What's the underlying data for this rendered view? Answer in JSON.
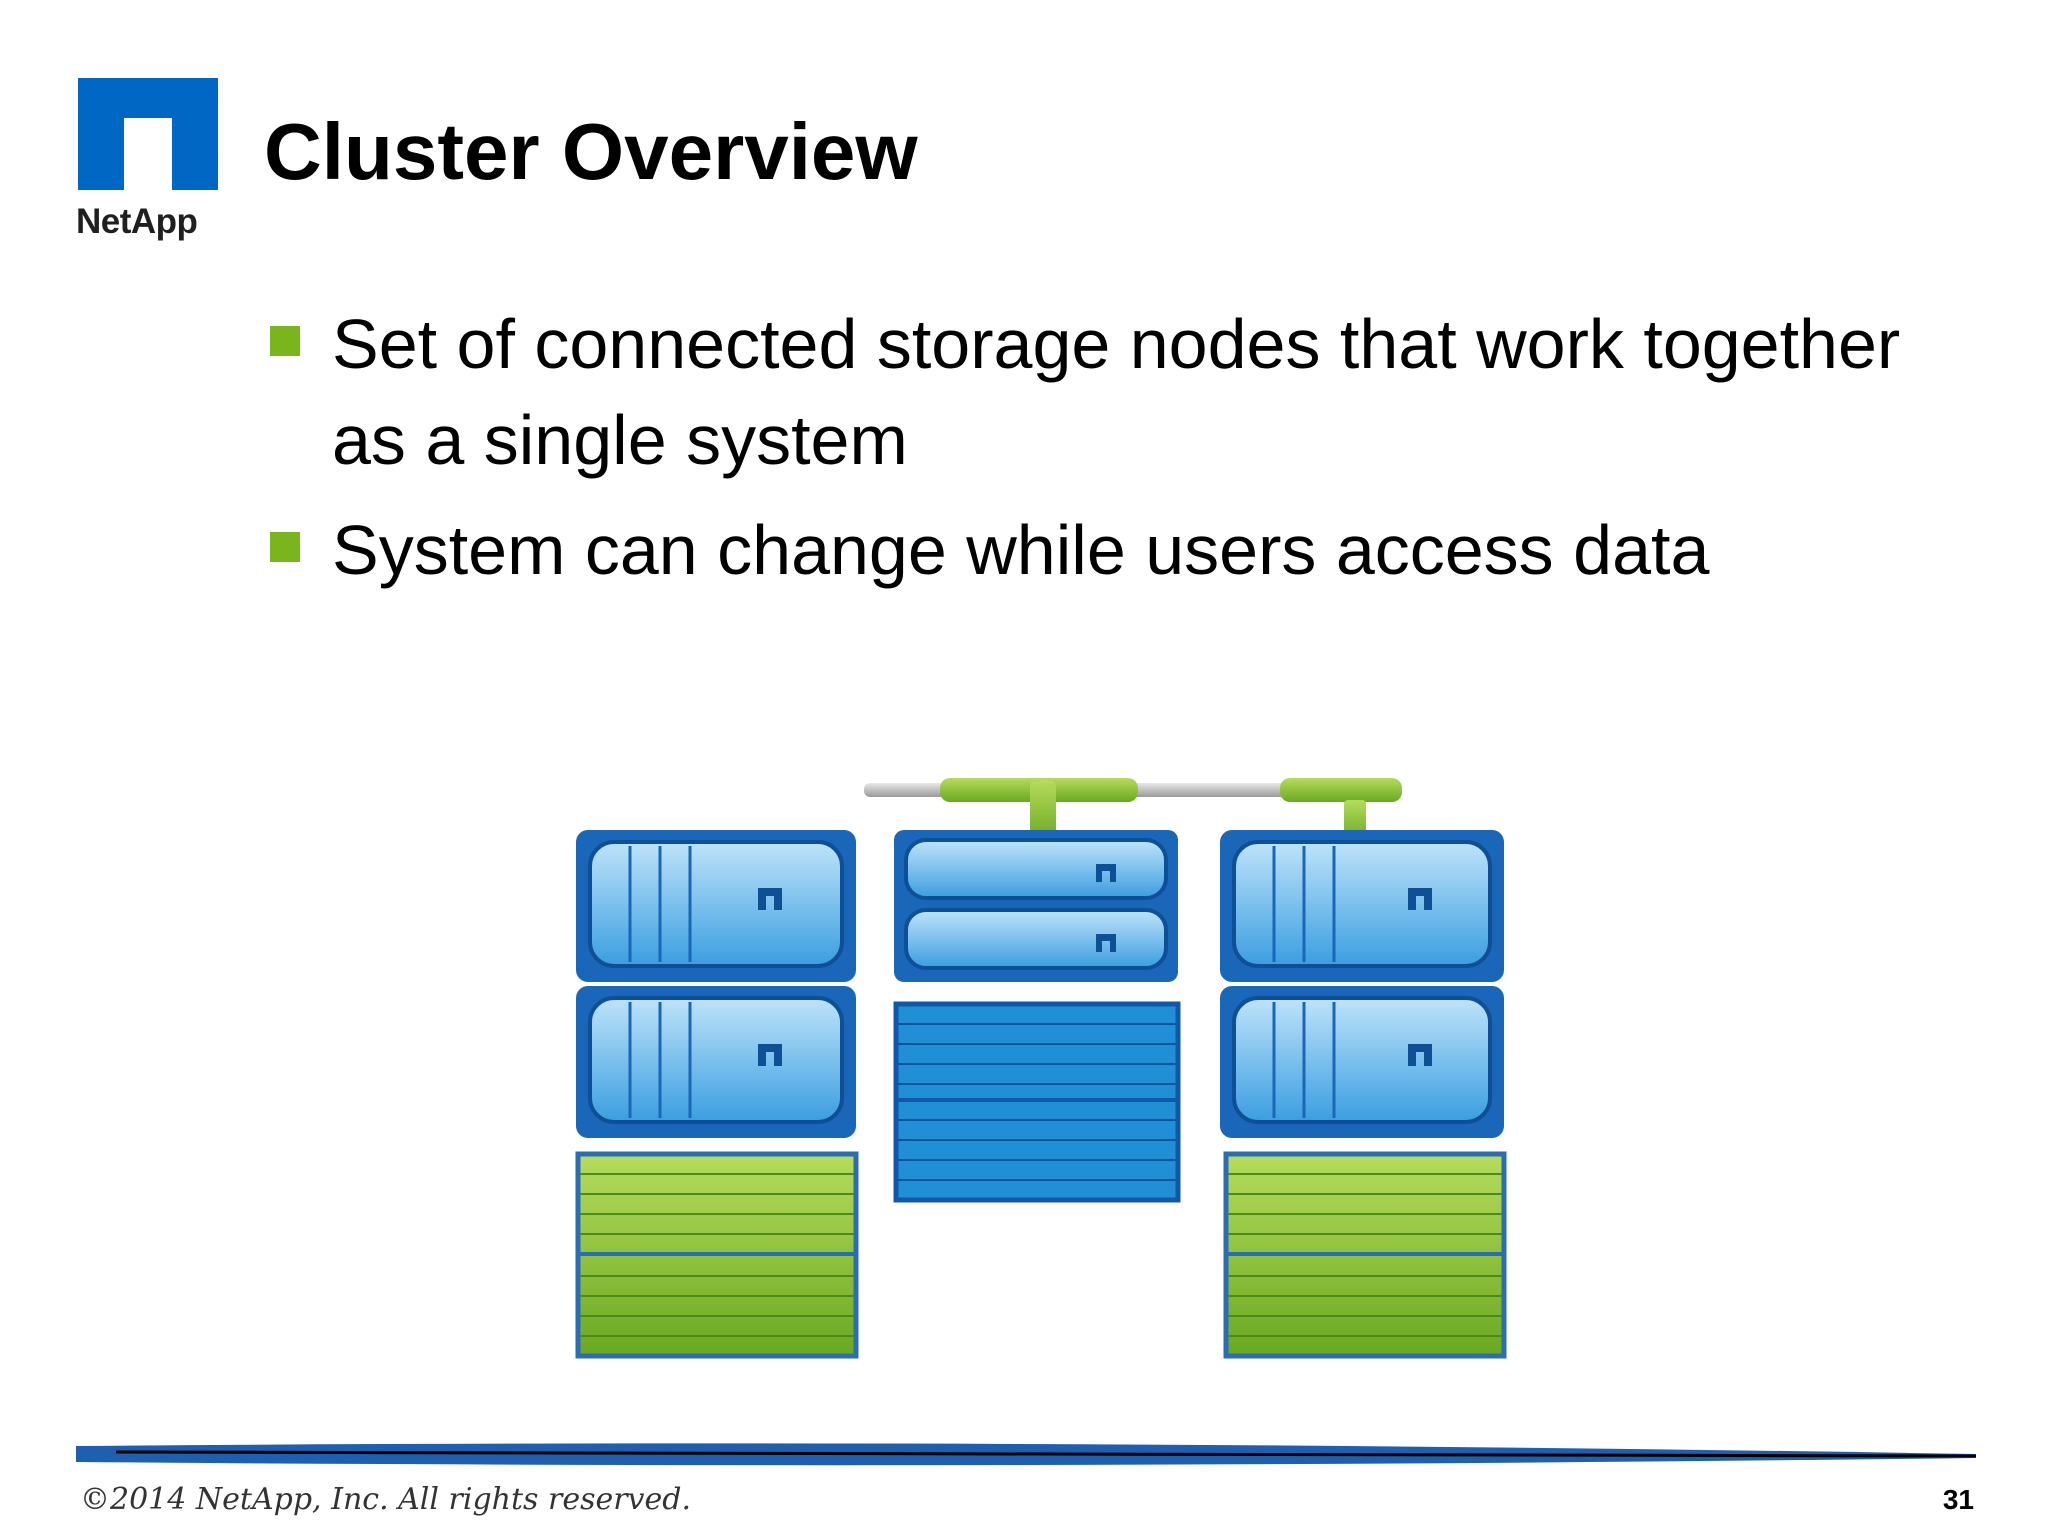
{
  "header": {
    "logo_text": "NetApp",
    "title": "Cluster Overview"
  },
  "bullets": [
    "Set of connected storage nodes that work together as a single system",
    "System can change while users access data"
  ],
  "footer": {
    "copyright": "©2014 NetApp, Inc. All rights reserved.",
    "page_number": "31"
  },
  "colors": {
    "brand_blue": "#0067c5",
    "bullet_green": "#7ab51d",
    "shelf_green": "#8fc73e",
    "controller_blue": "#2b8fd6"
  }
}
